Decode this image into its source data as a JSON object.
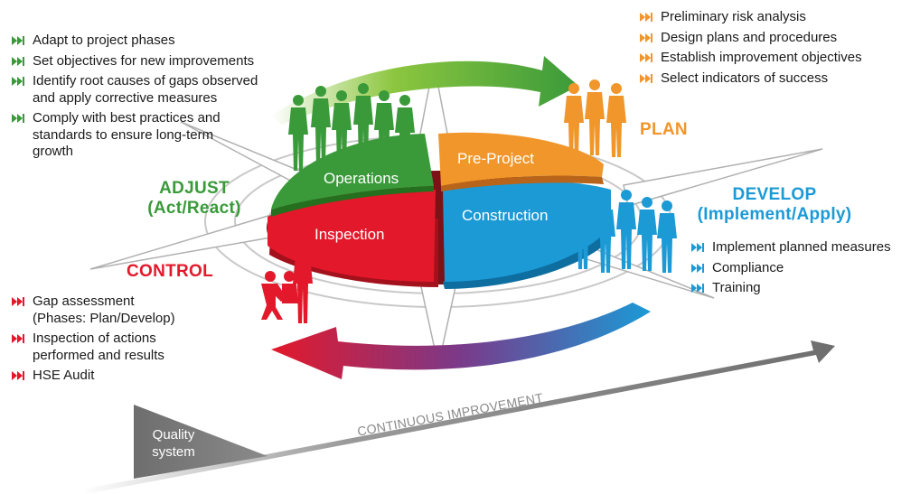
{
  "lists": {
    "adjust": [
      "Adapt to project phases",
      "Set objectives for new improvements",
      "Identify root causes of gaps observed\nand apply corrective measures",
      "Comply with best practices and\nstandards to ensure long-term\ngrowth"
    ],
    "plan": [
      "Preliminary risk analysis",
      "Design plans and procedures",
      "Establish improvement objectives",
      "Select indicators of success"
    ],
    "develop": [
      "Implement planned measures",
      "Compliance",
      "Training"
    ],
    "control": [
      "Gap assessment\n(Phases: Plan/Develop)",
      "Inspection of actions\n performed and results",
      "HSE Audit"
    ]
  },
  "phases": {
    "adjust": {
      "line1": "ADJUST",
      "line2": "(Act/React)"
    },
    "plan": {
      "line1": "PLAN"
    },
    "develop": {
      "line1": "DEVELOP",
      "line2": "(Implement/Apply)"
    },
    "control": {
      "line1": "CONTROL"
    }
  },
  "segments": {
    "operations": "Operations",
    "preproject": "Pre-Project",
    "construction": "Construction",
    "inspection": "Inspection"
  },
  "quality_system": "Quality\nsystem",
  "continuous_improvement": "CONTINUOUS IMPROVEMENT",
  "colors": {
    "green": "#3a9a3a",
    "orange": "#f0962a",
    "blue": "#1b9ad6",
    "red": "#e3182a",
    "grey": "#6e6e6e",
    "bullet_green": "#3a9a3a",
    "bullet_orange": "#f0962a",
    "bullet_blue": "#1b9ad6",
    "bullet_red": "#e3182a"
  },
  "icons": {
    "bullet": "fast-forward-icon"
  }
}
